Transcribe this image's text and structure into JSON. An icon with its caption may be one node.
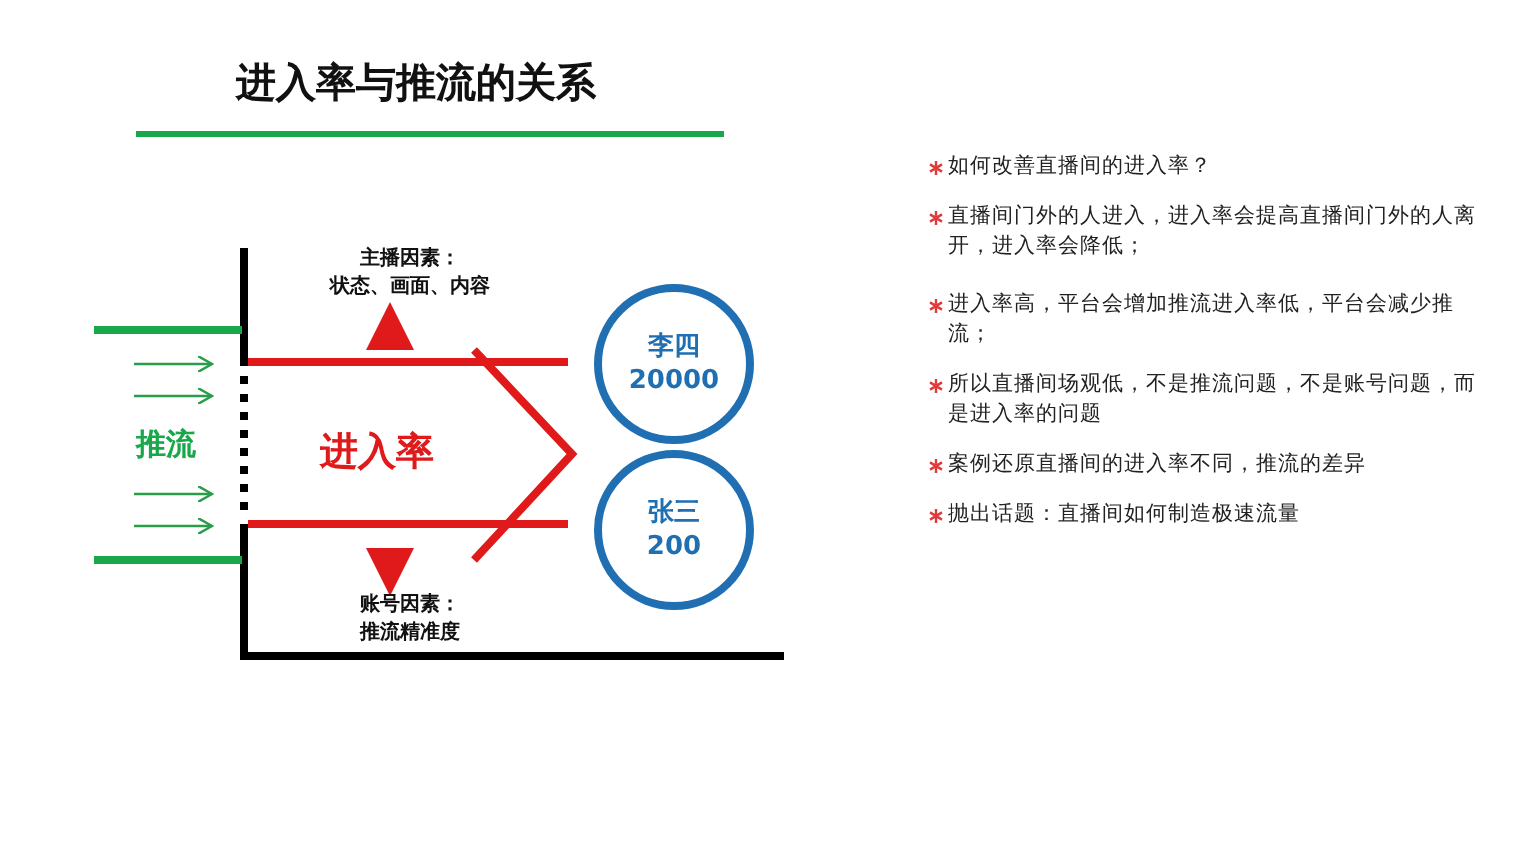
{
  "diagram": {
    "title": "进入率与推流的关系",
    "nodes": [
      {
        "text": [
          "主播因素：",
          "状态、画面、内容"
        ]
      },
      {
        "text": [
          "进入率"
        ]
      },
      {
        "text": [
          "账号因素：",
          "推流精准度"
        ]
      },
      {
        "text": [
          "李四",
          "20000"
        ]
      },
      {
        "text": [
          "张三",
          "200"
        ]
      }
    ],
    "edges": [
      {
        "from": 1,
        "to": 0,
        "arrow": "to"
      },
      {
        "from": 1,
        "to": 2,
        "arrow": "to"
      }
    ],
    "labels": [
      "推流",
      "如何改善直播间的进入率？",
      "直播间门外的人进入，进入率会提高直播间门外的人离开，进入率会降低；",
      "进入率高，平台会增加推流进入率低，平台会减少推流；",
      "所以直播间场观低，不是推流问题，不是账号问题，而是进入率的问题",
      "案例还原直播间的进入率不同，推流的差异",
      "抛出话题：直播间如何制造极速流量"
    ]
  }
}
